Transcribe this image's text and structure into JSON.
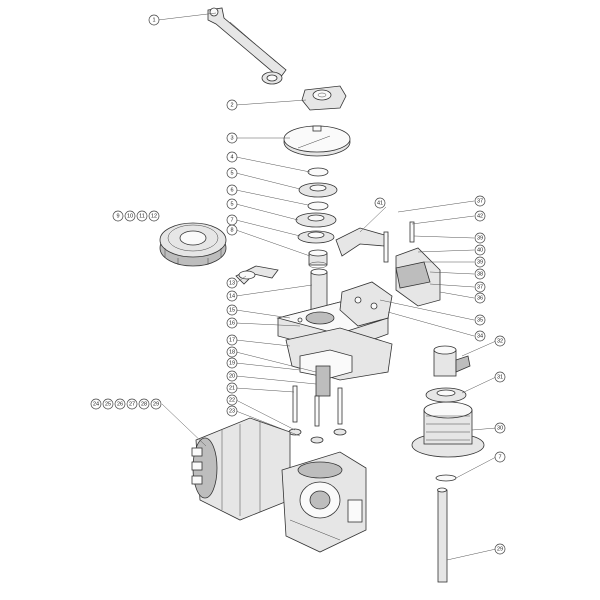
{
  "callouts": [
    {
      "id": "c1",
      "text": "1"
    },
    {
      "id": "c2",
      "text": "2"
    },
    {
      "id": "c3",
      "text": "3"
    },
    {
      "id": "c4",
      "text": "4"
    },
    {
      "id": "c5a",
      "text": "5"
    },
    {
      "id": "c6",
      "text": "6"
    },
    {
      "id": "c5b",
      "text": "5"
    },
    {
      "id": "c7a",
      "text": "7"
    },
    {
      "id": "c8",
      "text": "8"
    },
    {
      "id": "c9",
      "text": "9"
    },
    {
      "id": "c10",
      "text": "10"
    },
    {
      "id": "c11",
      "text": "11"
    },
    {
      "id": "c12",
      "text": "12"
    },
    {
      "id": "c13",
      "text": "13"
    },
    {
      "id": "c14",
      "text": "14"
    },
    {
      "id": "c15",
      "text": "15"
    },
    {
      "id": "c16",
      "text": "16"
    },
    {
      "id": "c17",
      "text": "17"
    },
    {
      "id": "c18",
      "text": "18"
    },
    {
      "id": "c19",
      "text": "19"
    },
    {
      "id": "c20",
      "text": "20"
    },
    {
      "id": "c21",
      "text": "21"
    },
    {
      "id": "c22",
      "text": "22"
    },
    {
      "id": "c23",
      "text": "23"
    },
    {
      "id": "c24",
      "text": "24"
    },
    {
      "id": "c25",
      "text": "25"
    },
    {
      "id": "c26",
      "text": "26"
    },
    {
      "id": "c27",
      "text": "27"
    },
    {
      "id": "c28",
      "text": "28"
    },
    {
      "id": "c29a",
      "text": "29"
    },
    {
      "id": "c29b",
      "text": "29"
    },
    {
      "id": "c30",
      "text": "30"
    },
    {
      "id": "c7b",
      "text": "7"
    },
    {
      "id": "c31",
      "text": "31"
    },
    {
      "id": "c32",
      "text": "32"
    },
    {
      "id": "c34",
      "text": "34"
    },
    {
      "id": "c35",
      "text": "35"
    },
    {
      "id": "c36",
      "text": "36"
    },
    {
      "id": "c37a",
      "text": "37"
    },
    {
      "id": "c38",
      "text": "38"
    },
    {
      "id": "c39a",
      "text": "39"
    },
    {
      "id": "c40",
      "text": "40"
    },
    {
      "id": "c39b",
      "text": "39"
    },
    {
      "id": "c37b",
      "text": "37"
    },
    {
      "id": "c41",
      "text": "41"
    },
    {
      "id": "c42",
      "text": "42"
    }
  ]
}
